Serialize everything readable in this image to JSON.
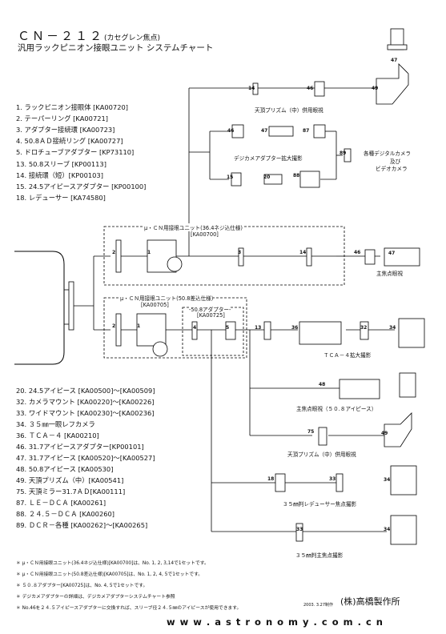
{
  "header": {
    "title": "ＣＮ－２１２",
    "title_sub": "(カセグレン焦点)",
    "subtitle": "汎用ラックピニオン接眼ユニット システムチャート"
  },
  "parts_list_top": [
    "1. ラックピニオン接眼体 [KA00720]",
    "2. テーパーリング [KA00721]",
    "3. アダプター接続環 [KA00723]",
    "4. 50.8ＡＤ接続リング [KA00727]",
    "5. ドロチューブアダプター [KP73110]",
    "13. 50.8スリーブ [KP00113]",
    "14. 接続環（短）[KP00103]",
    "15. 24.5アイピースアダプター [KP00100]",
    "18. レデューサー [KA74580]"
  ],
  "parts_list_bottom": [
    "20. 24.5アイピース [KA00500]～[KA00509]",
    "32. カメラマウント [KA00220]～[KA00226]",
    "33. ワイドマウント [KA00230]～[KA00236]",
    "34. ３５㎜一眼レフカメラ",
    "36. ＴＣＡ－４ [KA00210]",
    "46. 31.7アイピースアダプター[KP00101]",
    "47. 31.7アイピース [KA00520]～[KA00527]",
    "48. 50.8アイピース [KA00530]",
    "49. 天頂プリズム（中）[KA00541]",
    "75. 天頂ミラー31.7ＡＤ[KA00111]",
    "87. ＬＥ－ＤＣＡ [KA00261]",
    "88. ２４.５－ＤＣＡ [KA00260]",
    "89. ＤＣＲ－各種 [KA00262]～[KA00265]"
  ],
  "labels": {
    "zenith_prism_top": "天頂プリズム（中）併用眼視",
    "digicam_adapter": "デジカメアダプター拡大撮影",
    "digital_camera": "各種デジタルカメラ",
    "and": "及び",
    "video_camera": "ビデオカメラ",
    "unit1_title": "μ・ＣＮ用接眼ユニット(36.4ネジ込仕様)",
    "unit1_code": "[KA00700]",
    "prime_focus_visual": "主焦点眼視",
    "unit2_title": "μ・ＣＮ用接眼ユニット(50.8差込仕様)",
    "unit2_code": "[KA00705]",
    "adapter_title": "-50.8アダプター-",
    "adapter_code": "[KA00725]",
    "tca_photo": "ＴＣＡ－４拡大撮影",
    "prime_focus_508": "主焦点眼視（５０.８アイピース）",
    "zenith_prism_mid": "天頂プリズム（中）併用眼視",
    "reducer_photo": "３５㎜判レデューサー焦点撮影",
    "prime_photo": "３５㎜判主焦点撮影"
  },
  "numbers": [
    "47",
    "14",
    "46",
    "49",
    "46",
    "47",
    "87",
    "89",
    "15",
    "20",
    "88",
    "2",
    "1",
    "3",
    "14",
    "46",
    "47",
    "2",
    "1",
    "4",
    "5",
    "13",
    "36",
    "32",
    "34",
    "48",
    "75",
    "49",
    "18",
    "33",
    "34",
    "33",
    "34"
  ],
  "notes": [
    "＊ μ・ＣＮ用接眼ユニット(36.4ネジ込仕様)[KA00700]は、No. 1, 2, 3,14で1セットです。",
    "＊ μ・ＣＮ用接眼ユニット(50.8差込仕様)[KA00705]は、No. 1, 2, 4, 5で1セットです。",
    "＊ ５０.８アダプター[KA00725]は、No. 4, 5で1セットです。",
    "＊ デジカメアダプターの詳細は、デジカメアダプターシステムチャート参照",
    "＊ No.46を２４.５アイピースアダプターに交換すれば、スリーブ径２４.５㎜のアイピースが使用できます。"
  ],
  "footer": {
    "date": "2003. 3.27制作",
    "maker": "(株)高橋製作所",
    "url": "w w w . a s t r o n o m y . c o m . c n"
  }
}
